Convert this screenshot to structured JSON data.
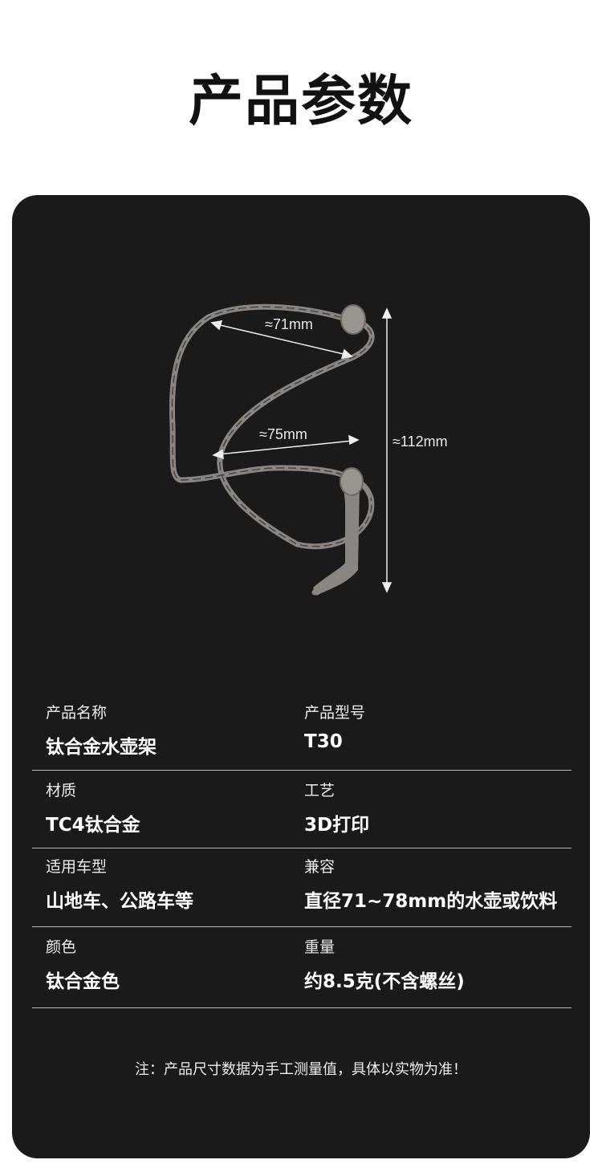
{
  "title": "产品参数",
  "dimensions": {
    "top_width": "≈71mm",
    "bottom_width": "≈75mm",
    "height": "≈112mm"
  },
  "specs": [
    {
      "left": {
        "label": "产品名称",
        "value": "钛合金水壶架"
      },
      "right": {
        "label": "产品型号",
        "value": "T30"
      }
    },
    {
      "left": {
        "label": "材质",
        "value": "TC4钛合金"
      },
      "right": {
        "label": "工艺",
        "value": "3D打印"
      }
    },
    {
      "left": {
        "label": "适用车型",
        "value": "山地车、公路车等"
      },
      "right": {
        "label": "兼容",
        "value": "直径71~78mm的水壶或饮料"
      }
    },
    {
      "left": {
        "label": "颜色",
        "value": "钛合金色"
      },
      "right": {
        "label": "重量",
        "value": "约8.5克(不含螺丝)"
      }
    }
  ],
  "note": "注：产品尺寸数据为手工测量值，具体以实物为准！"
}
